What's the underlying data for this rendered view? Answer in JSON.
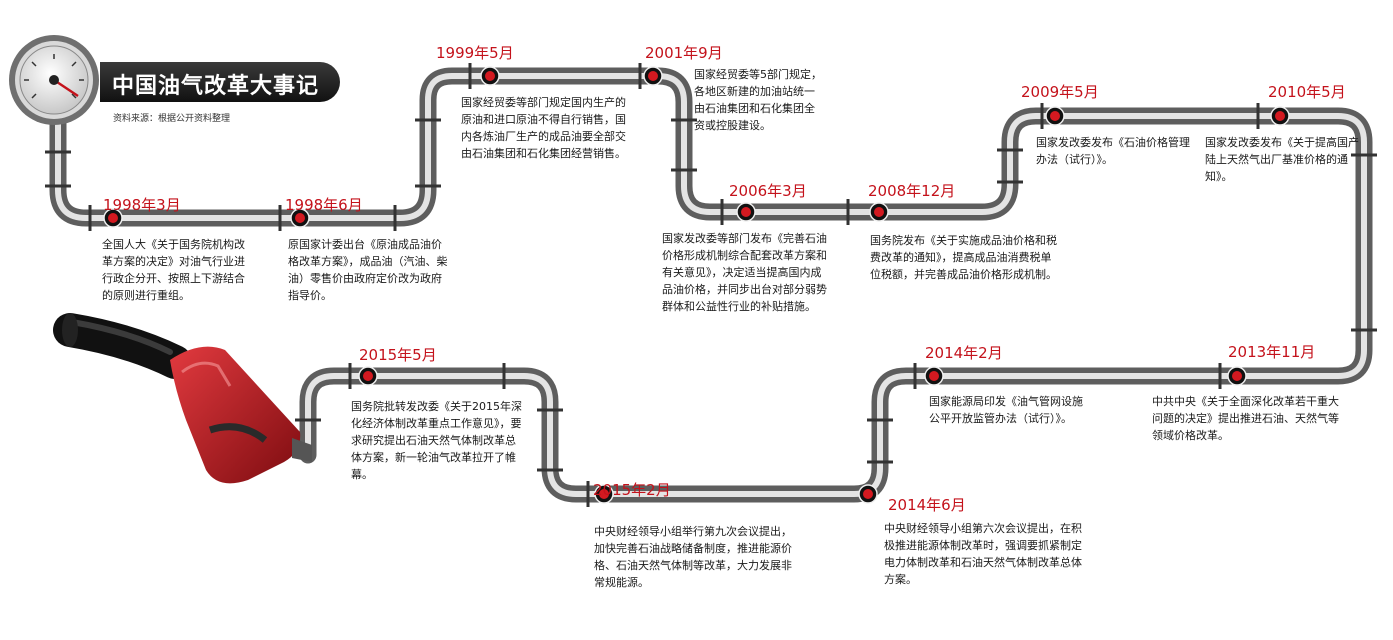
{
  "title": "中国油气改革大事记",
  "source": "资料来源：根据公开资料整理",
  "colors": {
    "accent": "#c4121b",
    "pipe": "#9a9a9a",
    "pump_nozzle": "#b5161c"
  },
  "events": [
    {
      "date": "1998年3月",
      "text": "全国人大《关于国务院机构改革方案的决定》对油气行业进行政企分开、按照上下游结合的原则进行重组。"
    },
    {
      "date": "1998年6月",
      "text": "原国家计委出台《原油成品油价格改革方案》，成品油（汽油、柴油）零售价由政府定价改为政府指导价。"
    },
    {
      "date": "1999年5月",
      "text": "国家经贸委等部门规定国内生产的原油和进口原油不得自行销售，国内各炼油厂生产的成品油要全部交由石油集团和石化集团经营销售。"
    },
    {
      "date": "2001年9月",
      "text": "国家经贸委等5部门规定，各地区新建的加油站统一由石油集团和石化集团全资或控股建设。"
    },
    {
      "date": "2006年3月",
      "text": "国家发改委等部门发布《完善石油价格形成机制综合配套改革方案和有关意见》，决定适当提高国内成品油价格，并同步出台对部分弱势群体和公益性行业的补贴措施。"
    },
    {
      "date": "2008年12月",
      "text": "国务院发布《关于实施成品油价格和税费改革的通知》，提高成品油消费税单位税额，并完善成品油价格形成机制。"
    },
    {
      "date": "2009年5月",
      "text": "国家发改委发布《石油价格管理办法（试行）》。"
    },
    {
      "date": "2010年5月",
      "text": "国家发改委发布《关于提高国产陆上天然气出厂基准价格的通知》。"
    },
    {
      "date": "2013年11月",
      "text": "中共中央《关于全面深化改革若干重大问题的决定》提出推进石油、天然气等领域价格改革。"
    },
    {
      "date": "2014年2月",
      "text": "国家能源局印发《油气管网设施公平开放监管办法（试行）》。"
    },
    {
      "date": "2014年6月",
      "text": "中央财经领导小组第六次会议提出，在积极推进能源体制改革时，强调要抓紧制定电力体制改革和石油天然气体制改革总体方案。"
    },
    {
      "date": "2015年2月",
      "text": "中央财经领导小组举行第九次会议提出，加快完善石油战略储备制度，推进能源价格、石油天然气体制等改革，大力发展非常规能源。"
    },
    {
      "date": "2015年5月",
      "text": "国务院批转发改委《关于2015年深化经济体制改革重点工作意见》，要求研究提出石油天然气体制改革总体方案，新一轮油气改革拉开了帷幕。"
    }
  ]
}
